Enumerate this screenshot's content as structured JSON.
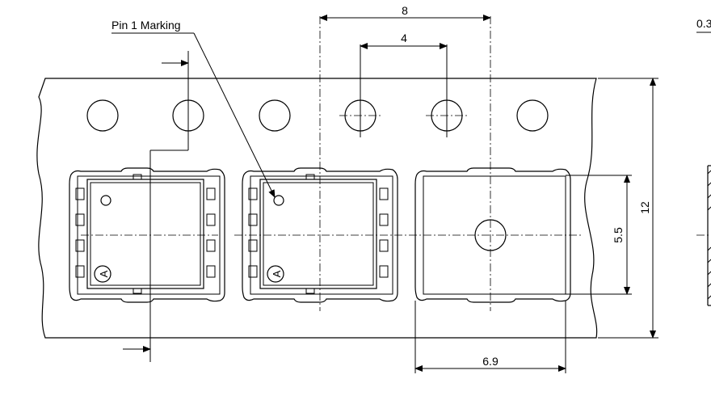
{
  "callout": {
    "pin1_label": "Pin 1 Marking"
  },
  "dimensions": {
    "pocket_pitch": "8",
    "sprocket_pitch": "4",
    "tape_width": "12",
    "hole_offset": "5.5",
    "pocket_width": "6.9",
    "thickness_partial": "0.3"
  },
  "component_marking": "A"
}
